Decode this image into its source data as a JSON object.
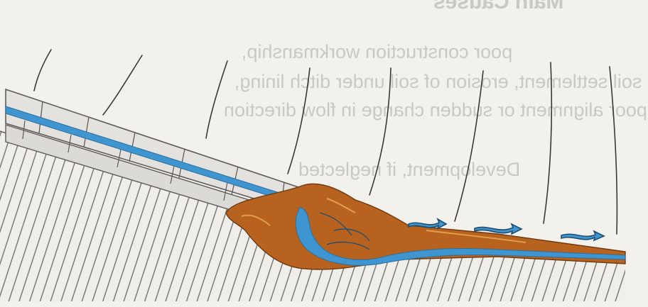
{
  "bleed_through": {
    "heading": "Main Causes",
    "line1": "poor construction workmanship,",
    "line2": "soil settlement, erosion of soil under ditch lining,",
    "line3": "poor alignment or sudden change in flow direction",
    "line4": "Development, if neglected"
  },
  "colors": {
    "paper": "#f3f1ec",
    "water": "#3e95cf",
    "eroded_soil": "#b8621f",
    "lining_blocks": "#e4e2de",
    "ground_hatch": "#6b6868"
  }
}
